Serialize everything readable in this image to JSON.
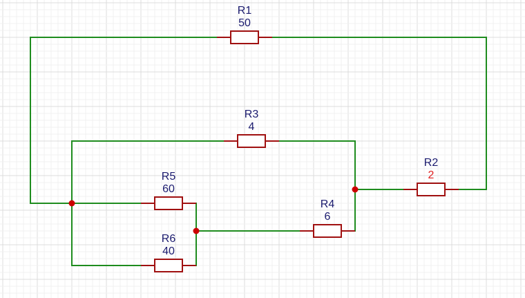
{
  "colors": {
    "grid_minor": "#f0f0f0",
    "grid_major": "#dcdcdc",
    "wire": "#1e8c1e",
    "resistor": "#a01010",
    "junction": "#cc0000",
    "label": "#1a1a6e",
    "value_highlight": "#e02020"
  },
  "components": [
    {
      "id": "R1",
      "ref": "R1",
      "value": "50",
      "highlight": false
    },
    {
      "id": "R2",
      "ref": "R2",
      "value": "2",
      "highlight": true
    },
    {
      "id": "R3",
      "ref": "R3",
      "value": "4",
      "highlight": false
    },
    {
      "id": "R4",
      "ref": "R4",
      "value": "6",
      "highlight": false
    },
    {
      "id": "R5",
      "ref": "R5",
      "value": "60",
      "highlight": false
    },
    {
      "id": "R6",
      "ref": "R6",
      "value": "40",
      "highlight": false
    }
  ]
}
